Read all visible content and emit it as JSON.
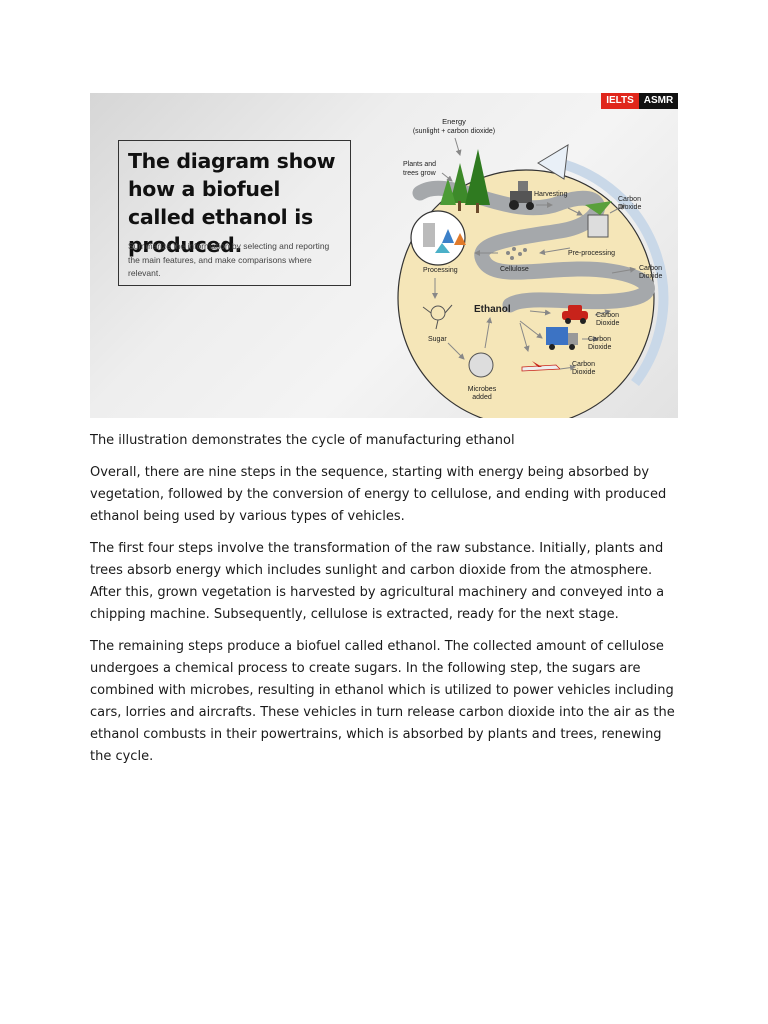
{
  "figure": {
    "badges": {
      "left": "IELTS",
      "right": "ASMR"
    },
    "title": "The diagram show how a biofuel called ethanol is produced.",
    "instruction": "Summarize the information by selecting and reporting the main features, and make comparisons where relevant.",
    "labels": {
      "energy": "Energy",
      "energy_sub": "(sunlight + carbon dioxide)",
      "plants_1": "Plants and",
      "plants_2": "trees grow",
      "harvesting": "Harvesting",
      "co2_top_1": "Carbon",
      "co2_top_2": "Dioxide",
      "preprocessing": "Pre-processing",
      "cellulose": "Cellulose",
      "processing": "Processing",
      "co2_right_1": "Carbon",
      "co2_right_2": "Dioxide",
      "ethanol": "Ethanol",
      "co2_car_1": "Carbon",
      "co2_car_2": "Dioxide",
      "co2_truck_1": "Carbon",
      "co2_truck_2": "Dioxide",
      "co2_plane_1": "Carbon",
      "co2_plane_2": "Dioxide",
      "sugar": "Sugar",
      "microbes_1": "Microbes",
      "microbes_2": "added"
    },
    "colors": {
      "background_disc": "#f5e6b8",
      "river": "#a5a8ab",
      "cycle_arrow": "#d9e6f2",
      "ielts_red": "#e0261b"
    }
  },
  "paragraphs": [
    "The illustration demonstrates the cycle of manufacturing ethanol",
    "Overall, there are nine steps in the sequence, starting with energy being absorbed by vegetation, followed by the conversion of energy to cellulose, and ending with produced ethanol being used by various types of vehicles.",
    "The first four steps involve the transformation of the raw substance. Initially, plants and trees absorb energy which includes sunlight and carbon dioxide from the atmosphere. After this, grown vegetation is harvested by agricultural machinery and conveyed into a chipping machine. Subsequently, cellulose is extracted, ready for the next stage.",
    "The remaining steps produce a biofuel called ethanol. The collected amount of cellulose undergoes a chemical process to create sugars. In the following step, the sugars are combined with microbes, resulting in ethanol which is utilized to power vehicles including cars, lorries and aircrafts. These vehicles in turn release carbon dioxide into the air as the ethanol combusts in their powertrains, which is absorbed by plants and trees, renewing the cycle."
  ]
}
